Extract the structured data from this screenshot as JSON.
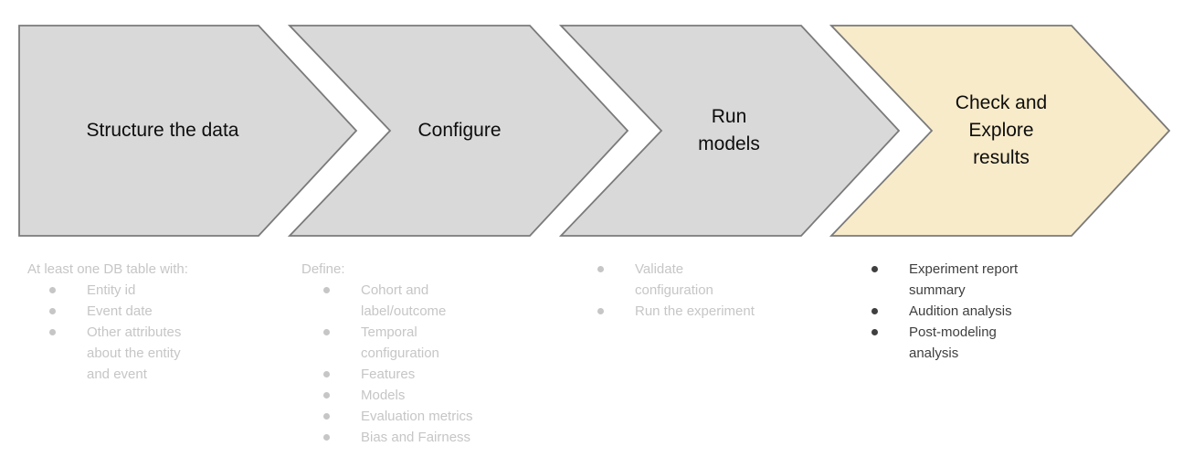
{
  "colors": {
    "step_fill": "#d9d9d9",
    "active_step_fill": "#f8ebca",
    "border": "#7a7a7a",
    "muted_text": "#c6c6c6",
    "dark_text": "#3f3f3f"
  },
  "steps": [
    {
      "label": "Structure the data",
      "active": false,
      "details_header": "At least one DB table with:",
      "bullets": [
        "Entity id",
        "Event date",
        "Other attributes\nabout the entity\nand event"
      ]
    },
    {
      "label": "Configure",
      "active": false,
      "details_header": "Define:",
      "bullets": [
        "Cohort and\nlabel/outcome",
        "Temporal\nconfiguration",
        "Features",
        "Models",
        "Evaluation metrics",
        "Bias and Fairness"
      ]
    },
    {
      "label": "Run\nmodels",
      "active": false,
      "details_header": "",
      "bullets": [
        "Validate\nconfiguration",
        "Run the experiment"
      ]
    },
    {
      "label": "Check and\nExplore\nresults",
      "active": true,
      "details_header": "",
      "bullets": [
        "Experiment report\nsummary",
        "Audition analysis",
        "Post-modeling\nanalysis"
      ]
    }
  ]
}
